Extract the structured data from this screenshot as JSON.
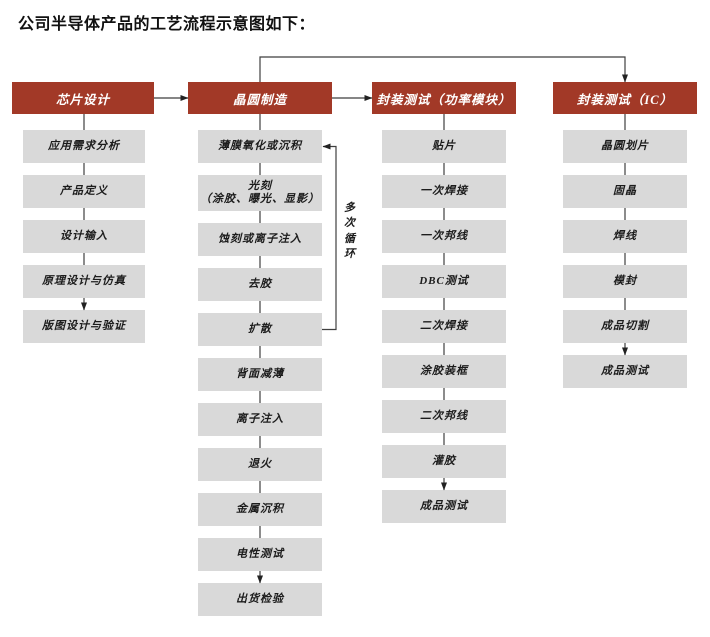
{
  "title": "公司半导体产品的工艺流程示意图如下：",
  "loop_label": "多次循环",
  "colors": {
    "header_bg": "#A23927",
    "box_bg": "#D9D9D9",
    "line": "#3f3f3f"
  },
  "columns": [
    {
      "header": "芯片设计",
      "steps": [
        "应用需求分析",
        "产品定义",
        "设计输入",
        "原理设计与仿真",
        "版图设计与验证"
      ]
    },
    {
      "header": "晶圆制造",
      "steps": [
        "薄膜氧化或沉积",
        "光刻\n（涂胶、曝光、显影）",
        "蚀刻或离子注入",
        "去胶",
        "扩散",
        "背面减薄",
        "离子注入",
        "退火",
        "金属沉积",
        "电性测试",
        "出货检验"
      ]
    },
    {
      "header": "封装测试（功率模块）",
      "steps": [
        "贴片",
        "一次焊接",
        "一次邦线",
        "DBC测试",
        "二次焊接",
        "涂胶装框",
        "二次邦线",
        "灌胶",
        "成品测试"
      ]
    },
    {
      "header": "封装测试（IC）",
      "steps": [
        "晶圆划片",
        "固晶",
        "焊线",
        "模封",
        "成品切割",
        "成品测试"
      ]
    }
  ]
}
